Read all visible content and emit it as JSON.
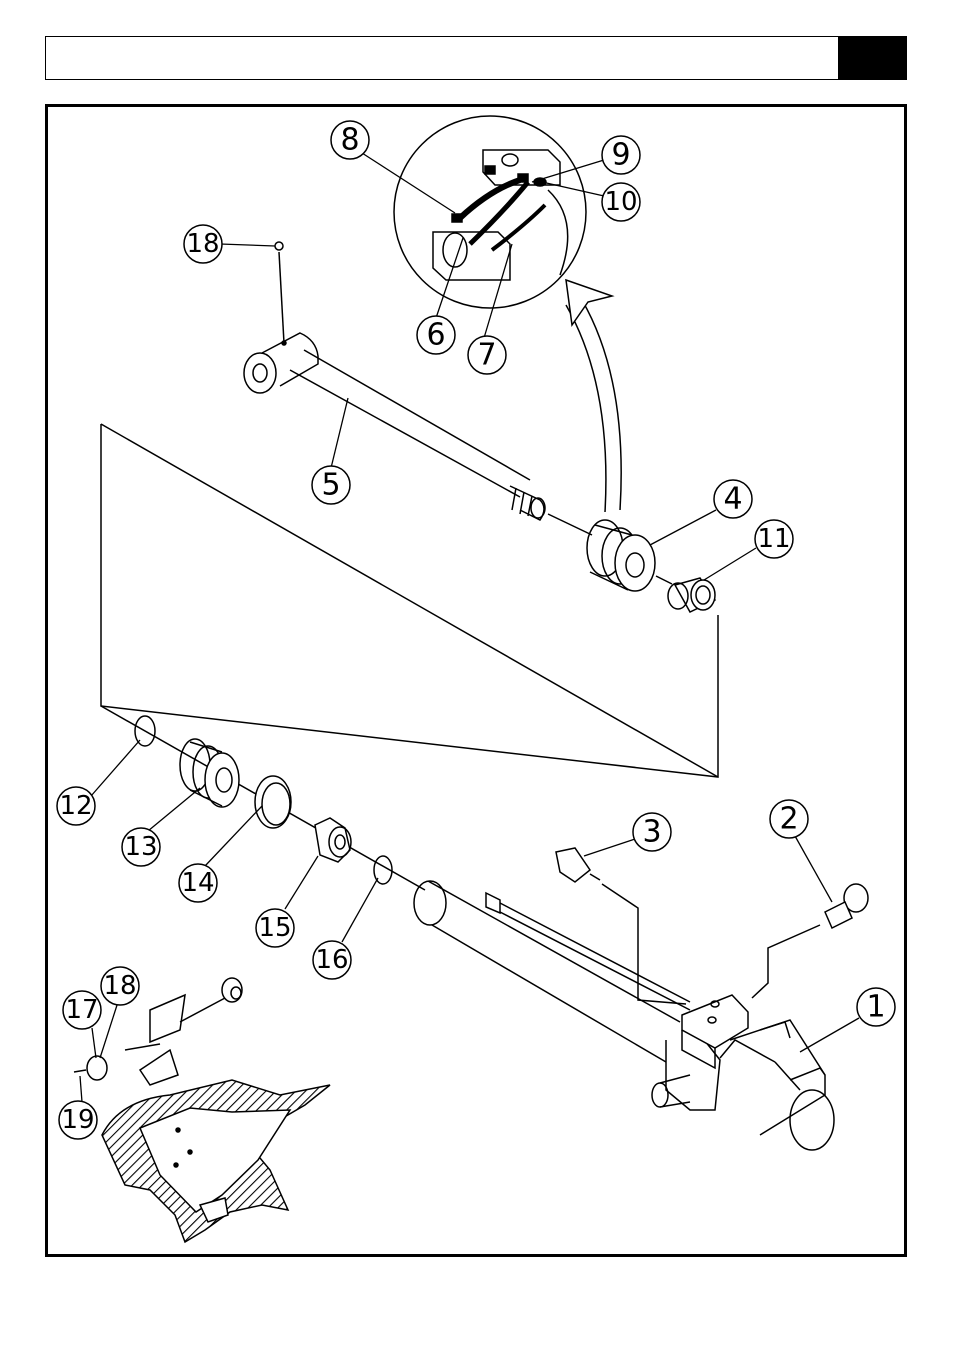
{
  "colors": {
    "ink": "#000000",
    "paper": "#ffffff",
    "hatch": "#000000"
  },
  "callouts": [
    {
      "id": "1",
      "label": "1"
    },
    {
      "id": "2",
      "label": "2"
    },
    {
      "id": "3",
      "label": "3"
    },
    {
      "id": "4",
      "label": "4"
    },
    {
      "id": "5",
      "label": "5"
    },
    {
      "id": "6",
      "label": "6"
    },
    {
      "id": "7",
      "label": "7"
    },
    {
      "id": "8",
      "label": "8"
    },
    {
      "id": "9",
      "label": "9"
    },
    {
      "id": "10",
      "label": "10"
    },
    {
      "id": "11",
      "label": "11"
    },
    {
      "id": "12",
      "label": "12"
    },
    {
      "id": "13",
      "label": "13"
    },
    {
      "id": "14",
      "label": "14"
    },
    {
      "id": "15",
      "label": "15"
    },
    {
      "id": "16",
      "label": "16"
    },
    {
      "id": "17",
      "label": "17"
    },
    {
      "id": "18a",
      "label": "18"
    },
    {
      "id": "18b",
      "label": "18"
    },
    {
      "id": "19",
      "label": "19"
    }
  ]
}
